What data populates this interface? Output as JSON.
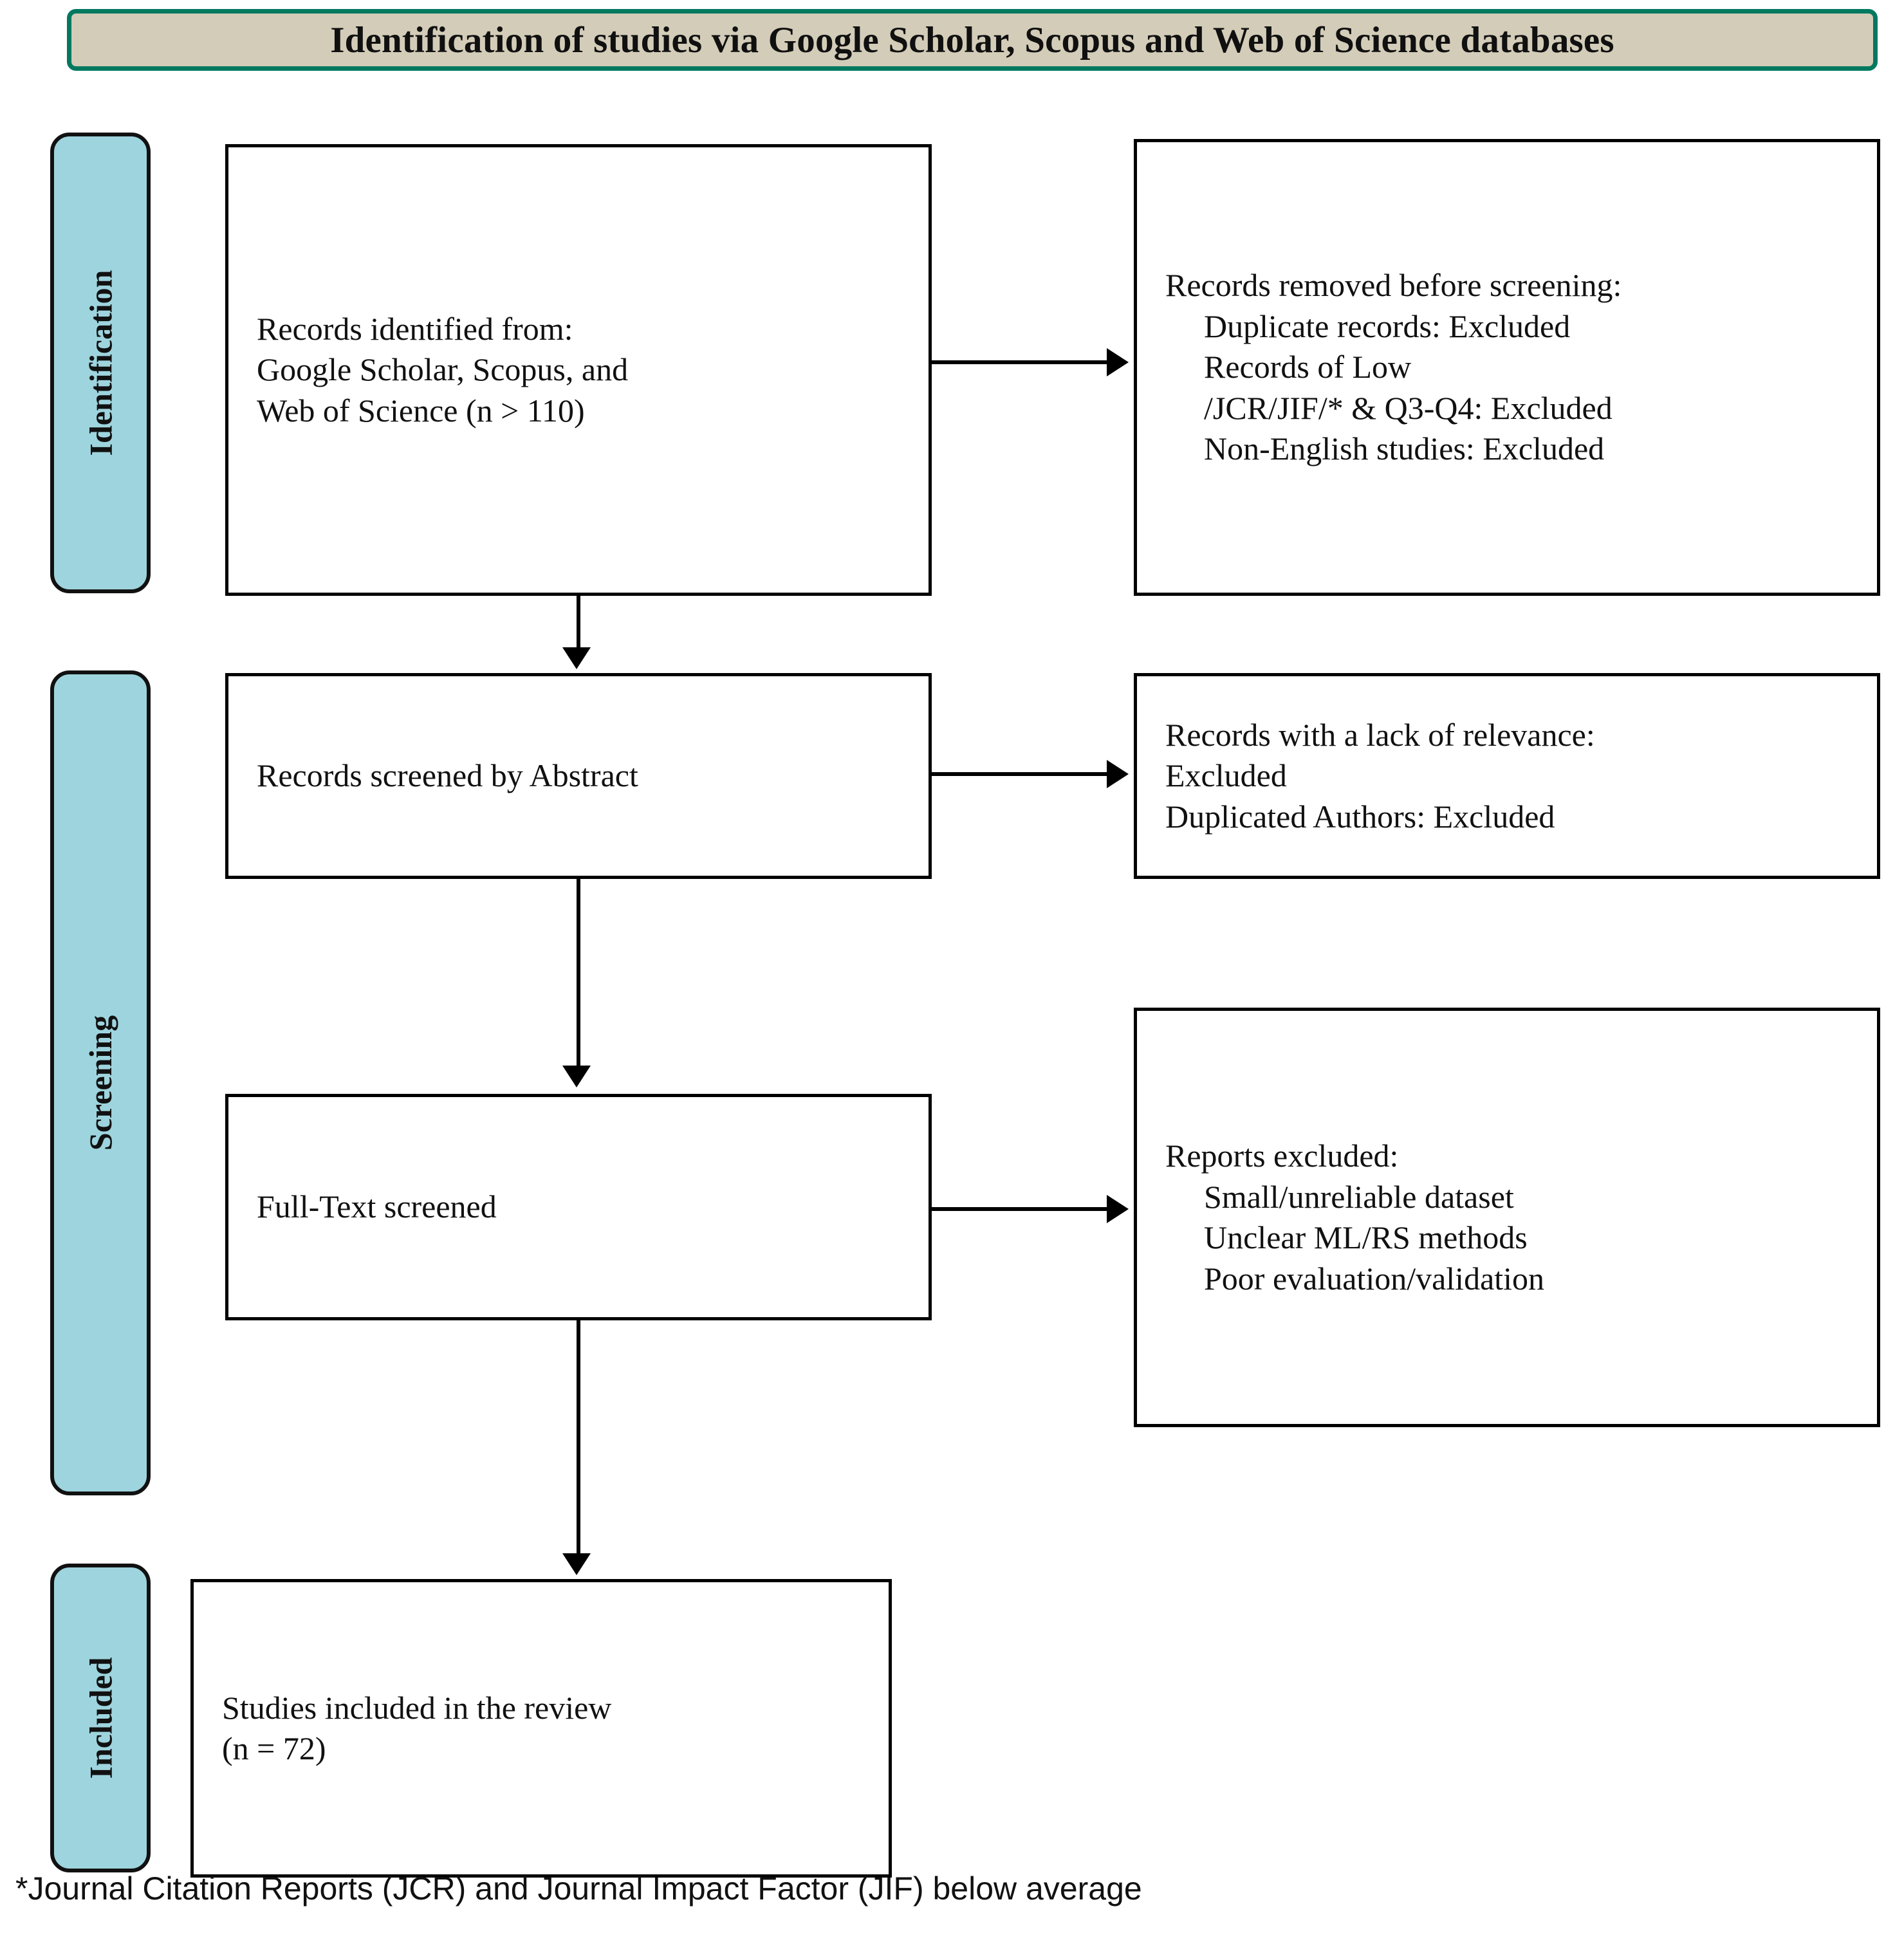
{
  "header": {
    "title": "Identification of studies via Google Scholar, Scopus and Web of Science databases",
    "fill_color": "#d3ccb8",
    "border_color": "#00795f"
  },
  "stages": {
    "fill_color": "#9ed4de",
    "border_color": "#111111",
    "identification": "Identification",
    "screening": "Screening",
    "included": "Included"
  },
  "boxes": {
    "records_identified": {
      "lines": [
        "Records identified from:",
        "Google Scholar, Scopus, and",
        "Web of Science (n > 110)"
      ]
    },
    "records_removed": {
      "lines": [
        "Records removed before screening:",
        "Duplicate records: Excluded",
        "Records of Low",
        "/JCR/JIF/* & Q3-Q4: Excluded",
        "Non-English studies: Excluded"
      ]
    },
    "records_screened": {
      "lines": [
        "Records screened by Abstract"
      ]
    },
    "lack_relevance": {
      "lines": [
        "Records with a lack of relevance:",
        "Excluded",
        "Duplicated Authors: Excluded"
      ]
    },
    "fulltext_screened": {
      "lines": [
        "Full-Text screened"
      ]
    },
    "reports_excluded": {
      "lines": [
        "Reports excluded:",
        "Small/unreliable dataset",
        "Unclear ML/RS methods",
        "Poor evaluation/validation"
      ]
    },
    "studies_included": {
      "lines": [
        "Studies included in the review",
        "(n = 72)"
      ]
    }
  },
  "footnote": "*Journal Citation Reports (JCR) and Journal Impact Factor (JIF) below average"
}
